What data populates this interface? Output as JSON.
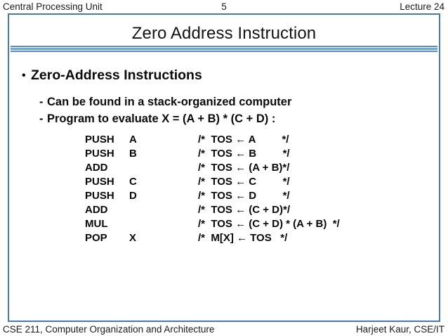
{
  "header": {
    "left": "Central Processing Unit",
    "page_number": "5",
    "right": "Lecture 24"
  },
  "slide": {
    "title": "Zero Address Instruction",
    "bullet": {
      "marker": "•",
      "text": "Zero-Address Instructions"
    },
    "sub_bullets": [
      {
        "marker": "-",
        "text": "Can be found in a stack-organized computer"
      },
      {
        "marker": "-",
        "text": "Program to evaluate  X = (A + B) * (C + D) :"
      }
    ],
    "code": [
      {
        "op": "PUSH",
        "arg": "A",
        "comment": "/*  TOS ← A         */"
      },
      {
        "op": "PUSH",
        "arg": "B",
        "comment": "/*  TOS ← B         */"
      },
      {
        "op": "ADD",
        "arg": "",
        "comment": "/*  TOS ← (A + B)*/"
      },
      {
        "op": "PUSH",
        "arg": "C",
        "comment": "/*  TOS ← C         */"
      },
      {
        "op": "PUSH",
        "arg": "D",
        "comment": "/*  TOS ← D         */"
      },
      {
        "op": "ADD",
        "arg": "",
        "comment": "/*  TOS ← (C + D)*/"
      },
      {
        "op": "MUL",
        "arg": "",
        "comment": "/*  TOS ← (C + D) * (A + B)  */"
      },
      {
        "op": "POP",
        "arg": "X",
        "comment": "/*  M[X] ← TOS   */"
      }
    ]
  },
  "footer": {
    "left": "CSE 211, Computer Organization and Architecture",
    "right": "Harjeet Kaur, CSE/IT"
  },
  "colors": {
    "frame_border": "#4a7aab",
    "rule_dark": "#5b8dc2",
    "rule_light": "#7ba3ce",
    "text": "#0d0d0d",
    "background": "#ffffff"
  }
}
